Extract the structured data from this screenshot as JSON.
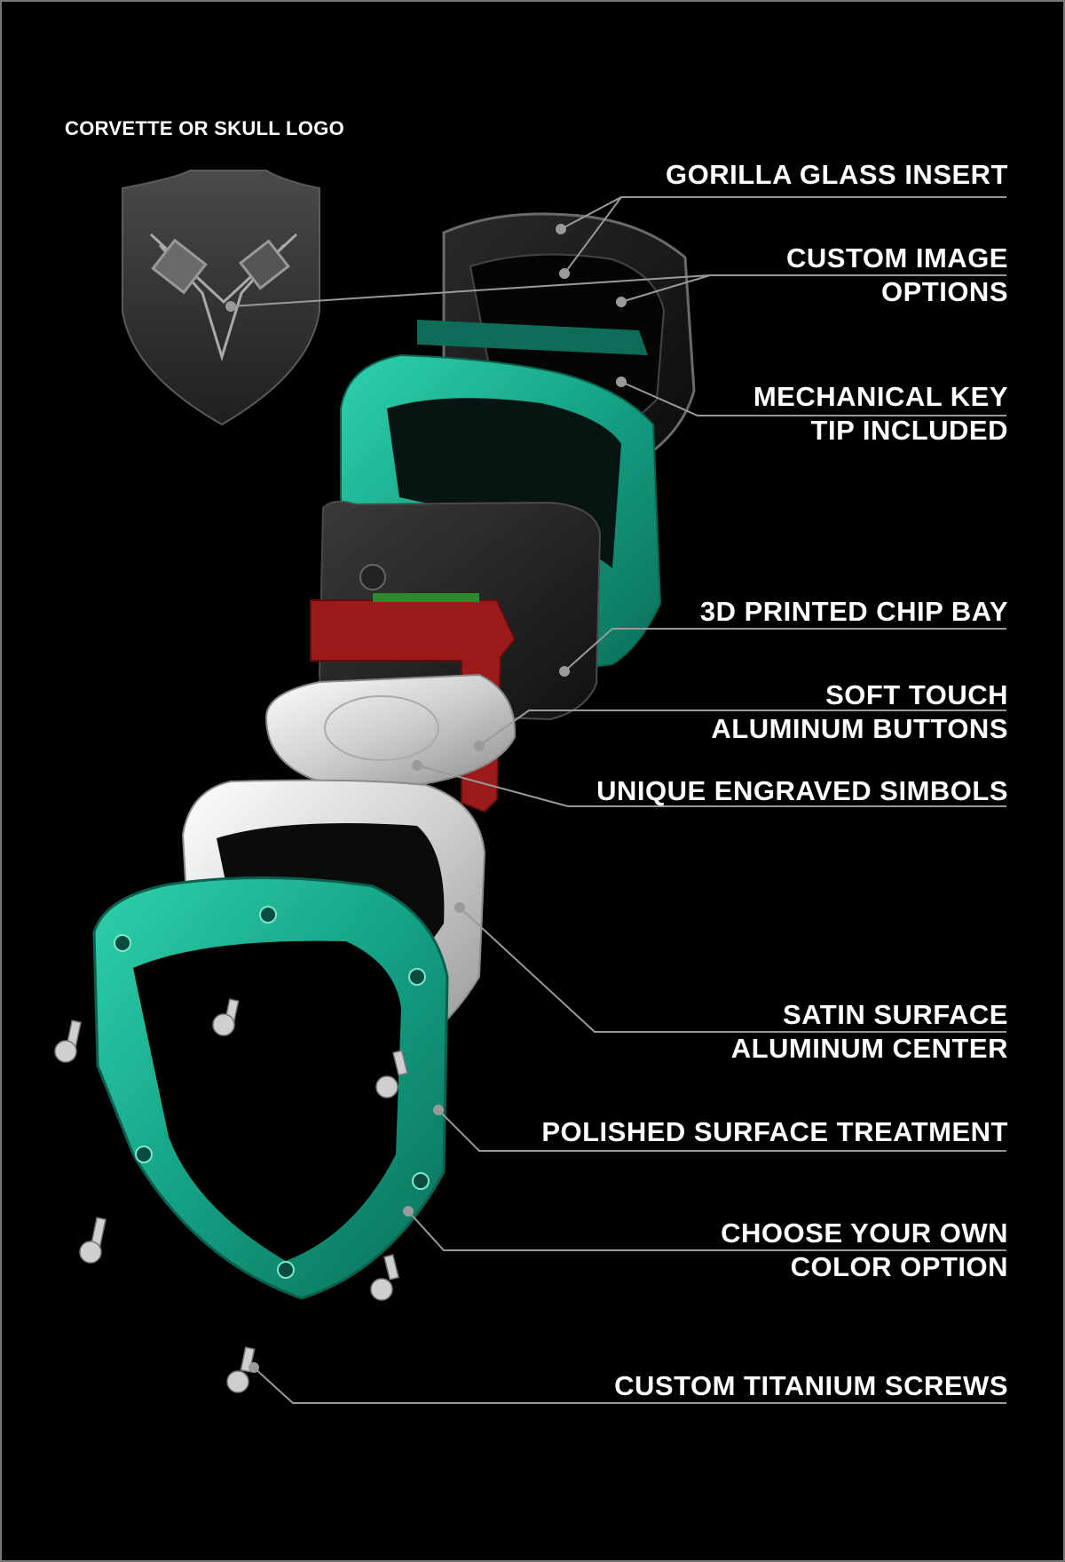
{
  "logo_caption": "CORVETTE OR SKULL LOGO",
  "callouts": [
    {
      "id": "gorilla-glass-insert",
      "lines": [
        "GORILLA GLASS INSERT"
      ]
    },
    {
      "id": "custom-image-options",
      "lines": [
        "CUSTOM IMAGE",
        "OPTIONS"
      ]
    },
    {
      "id": "mechanical-key-tip",
      "lines": [
        "MECHANICAL KEY",
        "TIP INCLUDED"
      ]
    },
    {
      "id": "3d-printed-chip-bay",
      "lines": [
        "3D PRINTED CHIP BAY"
      ]
    },
    {
      "id": "soft-touch-aluminum-buttons",
      "lines": [
        "SOFT TOUCH",
        "ALUMINUM BUTTONS"
      ]
    },
    {
      "id": "unique-engraved-simbols",
      "lines": [
        "UNIQUE ENGRAVED SIMBOLS"
      ]
    },
    {
      "id": "satin-surface-aluminum-center",
      "lines": [
        "SATIN SURFACE",
        "ALUMINUM CENTER"
      ]
    },
    {
      "id": "polished-surface-treatment",
      "lines": [
        "POLISHED SURFACE TREATMENT"
      ]
    },
    {
      "id": "choose-color-option",
      "lines": [
        "CHOOSE YOUR OWN",
        "COLOR OPTION"
      ]
    },
    {
      "id": "custom-titanium-screws",
      "lines": [
        "CUSTOM TITANIUM SCREWS"
      ]
    }
  ],
  "colors": {
    "background": "#000000",
    "teal": "#1aa88a",
    "chip_bay_red": "#9b1b1b",
    "aluminum": "#d9d9d9",
    "leader_line": "#9a9a9a"
  }
}
